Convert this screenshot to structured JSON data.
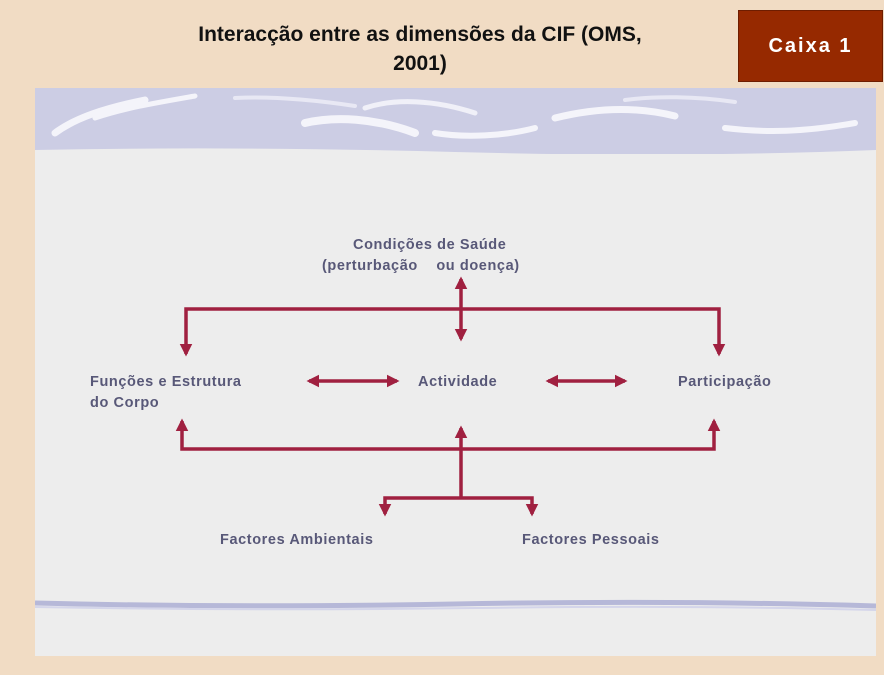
{
  "title_line1": "Interacção entre as dimensões da CIF (OMS,",
  "title_line2": "2001)",
  "badge": "Caixa 1",
  "colors": {
    "arrow": "#a02040",
    "badge_bg": "#962900",
    "label": "#585878",
    "band": "#cccde4",
    "page_bg": "#f1dcc4"
  },
  "nodes": {
    "health_line1": "Condições de Saúde",
    "health_line2": "(perturbação    ou doença)",
    "body_line1": "Funções e Estrutura",
    "body_line2": "do Corpo",
    "activity": "Actividade",
    "participation": "Participação",
    "environmental": "Factores Ambientais",
    "personal": "Factores Pessoais"
  }
}
